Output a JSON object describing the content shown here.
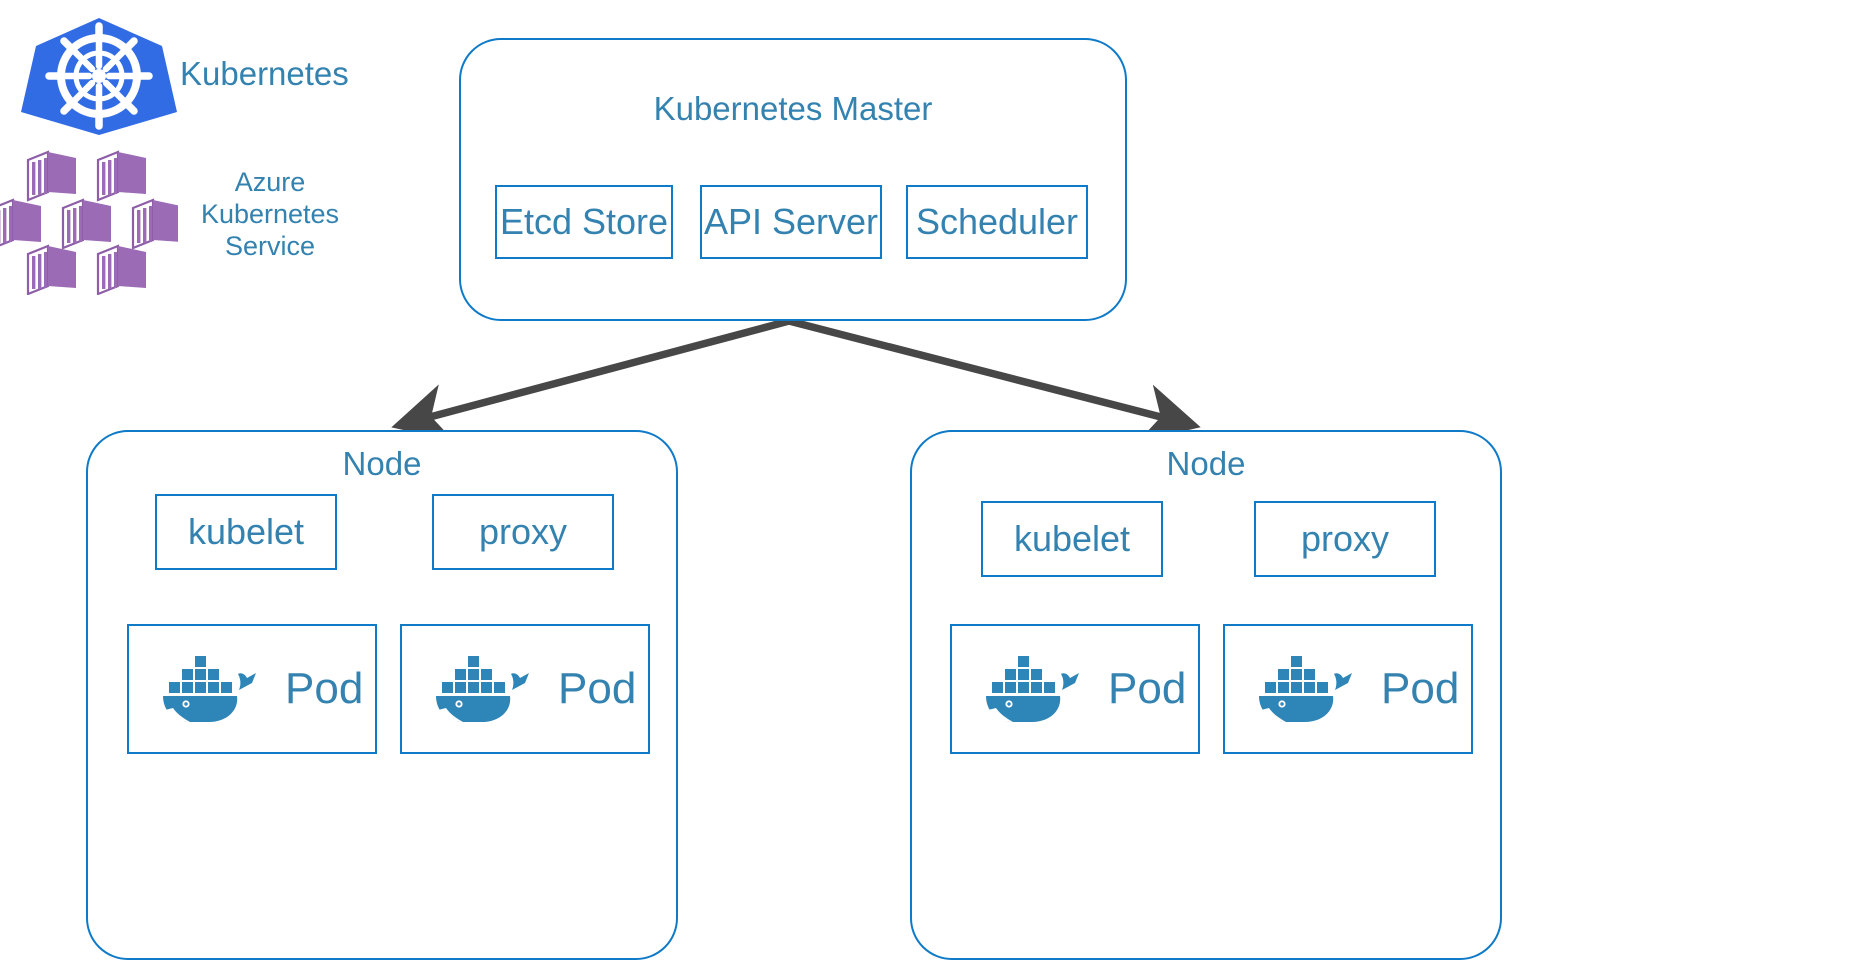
{
  "legend": {
    "items": [
      {
        "icon": "kubernetes-logo-icon",
        "label": "Kubernetes"
      },
      {
        "icon": "azure-kubernetes-service-logo-icon",
        "label": "Azure\nKubernetes\nService"
      }
    ],
    "kubernetes_label": "Kubernetes",
    "aks_label_line1": "Azure",
    "aks_label_line2": "Kubernetes",
    "aks_label_line3": "Service"
  },
  "master": {
    "title": "Kubernetes Master",
    "components": [
      {
        "label": "Etcd Store"
      },
      {
        "label": "API Server"
      },
      {
        "label": "Scheduler"
      }
    ]
  },
  "nodes": [
    {
      "title": "Node",
      "agents": [
        {
          "label": "kubelet"
        },
        {
          "label": "proxy"
        }
      ],
      "pods": [
        {
          "label": "Pod",
          "icon": "docker-whale-icon"
        },
        {
          "label": "Pod",
          "icon": "docker-whale-icon"
        }
      ]
    },
    {
      "title": "Node",
      "agents": [
        {
          "label": "kubelet"
        },
        {
          "label": "proxy"
        }
      ],
      "pods": [
        {
          "label": "Pod",
          "icon": "docker-whale-icon"
        },
        {
          "label": "Pod",
          "icon": "docker-whale-icon"
        }
      ]
    }
  ],
  "connectors": [
    {
      "name": "master-to-node-left",
      "from": "Kubernetes Master",
      "to": "Node",
      "direction": "down-left"
    },
    {
      "name": "master-to-node-right",
      "from": "Kubernetes Master",
      "to": "Node",
      "direction": "down-right"
    }
  ],
  "colors": {
    "text_blue": "#3382B0",
    "border_blue": "#0F7AC7",
    "arrow_gray": "#474747",
    "kubernetes_blue": "#326CE5",
    "aks_purple": "#9B6BB5",
    "docker_blue": "#2E86B8",
    "background": "#FFFFFF"
  }
}
